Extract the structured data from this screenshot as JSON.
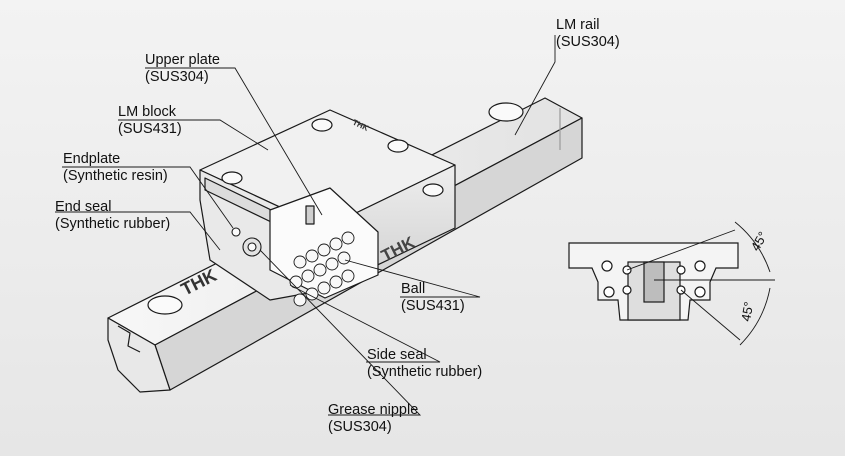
{
  "labels": {
    "lm_rail": {
      "name": "LM rail",
      "material": "(SUS304)"
    },
    "upper_plate": {
      "name": "Upper plate",
      "material": "(SUS304)"
    },
    "lm_block": {
      "name": "LM block",
      "material": "(SUS431)"
    },
    "endplate": {
      "name": "Endplate",
      "material": "(Synthetic resin)"
    },
    "end_seal": {
      "name": "End seal",
      "material": "(Synthetic rubber)"
    },
    "ball": {
      "name": "Ball",
      "material": "(SUS431)"
    },
    "side_seal": {
      "name": "Side seal",
      "material": "(Synthetic rubber)"
    },
    "grease_nipple": {
      "name": "Grease nipple",
      "material": "(SUS304)"
    }
  },
  "brand": {
    "rail_logo": "THK",
    "block_logo": "THK",
    "top_logo": "THK"
  },
  "cross_section": {
    "angle_upper": "45°",
    "angle_lower": "45°"
  },
  "colors": {
    "line": "#1a1a1a",
    "background": "#ececec",
    "part_fill": "#f4f4f4",
    "shade": "#d0d0d0"
  }
}
